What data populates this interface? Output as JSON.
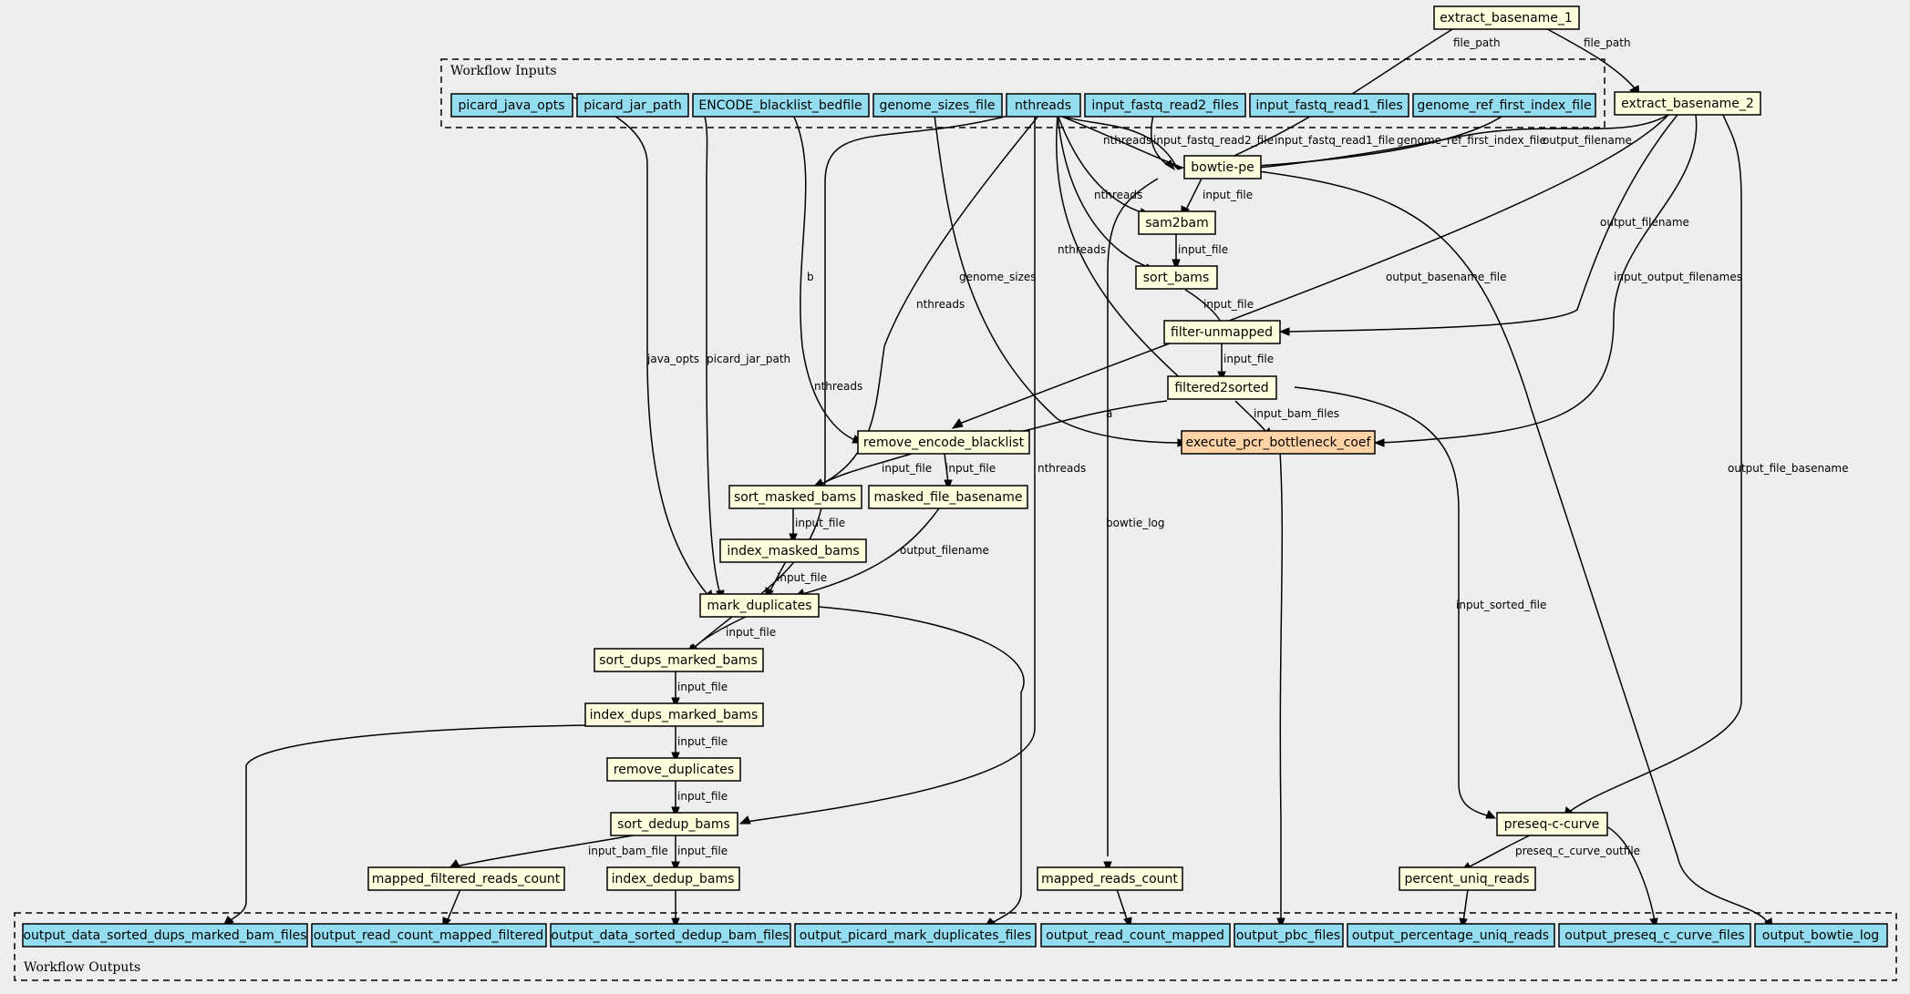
{
  "clusters": {
    "inputs": "Workflow Inputs",
    "outputs": "Workflow Outputs"
  },
  "colors": {
    "io": "#94DDF0",
    "step": "#FFFFDD",
    "highlight": "#FFD3A5",
    "background": "#EEEEEE"
  },
  "nodes": {
    "picard_java_opts": "picard_java_opts",
    "picard_jar_path": "picard_jar_path",
    "encode_blacklist_bedfile": "ENCODE_blacklist_bedfile",
    "genome_sizes_file": "genome_sizes_file",
    "nthreads": "nthreads",
    "input_fastq_read2_files": "input_fastq_read2_files",
    "input_fastq_read1_files": "input_fastq_read1_files",
    "genome_ref_first_index_file": "genome_ref_first_index_file",
    "extract_basename_1": "extract_basename_1",
    "extract_basename_2": "extract_basename_2",
    "bowtie_pe": "bowtie-pe",
    "sam2bam": "sam2bam",
    "sort_bams": "sort_bams",
    "filter_unmapped": "filter-unmapped",
    "filtered2sorted": "filtered2sorted",
    "remove_encode_blacklist": "remove_encode_blacklist",
    "execute_pcr_bottleneck_coef": "execute_pcr_bottleneck_coef",
    "sort_masked_bams": "sort_masked_bams",
    "masked_file_basename": "masked_file_basename",
    "index_masked_bams": "index_masked_bams",
    "mark_duplicates": "mark_duplicates",
    "sort_dups_marked_bams": "sort_dups_marked_bams",
    "index_dups_marked_bams": "index_dups_marked_bams",
    "remove_duplicates": "remove_duplicates",
    "sort_dedup_bams": "sort_dedup_bams",
    "mapped_filtered_reads_count": "mapped_filtered_reads_count",
    "index_dedup_bams": "index_dedup_bams",
    "mapped_reads_count": "mapped_reads_count",
    "preseq_c_curve": "preseq-c-curve",
    "percent_uniq_reads": "percent_uniq_reads",
    "output_data_sorted_dups_marked_bam_files": "output_data_sorted_dups_marked_bam_files",
    "output_read_count_mapped_filtered": "output_read_count_mapped_filtered",
    "output_data_sorted_dedup_bam_files": "output_data_sorted_dedup_bam_files",
    "output_picard_mark_duplicates_files": "output_picard_mark_duplicates_files",
    "output_read_count_mapped": "output_read_count_mapped",
    "output_pbc_files": "output_pbc_files",
    "output_percentage_uniq_reads": "output_percentage_uniq_reads",
    "output_preseq_c_curve_files": "output_preseq_c_curve_files",
    "output_bowtie_log": "output_bowtie_log"
  },
  "edge_labels": {
    "file_path_1": "file_path",
    "file_path_2": "file_path",
    "nthreads_bowtie": "nthreads",
    "input_fastq_read2_file": "input_fastq_read2_file",
    "input_fastq_read1_file": "input_fastq_read1_file",
    "genome_ref_first_index_file": "genome_ref_first_index_file",
    "output_filename_bowtie": "output_filename",
    "nthreads_sam2bam": "nthreads",
    "nthreads_sort_bams": "nthreads",
    "input_file_sam2bam": "input_file",
    "input_file_sort_bams": "input_file",
    "input_file_filter": "input_file",
    "input_file_f2s": "input_file",
    "output_filename_filter": "output_filename",
    "nthreads_f2s": "nthreads",
    "genome_sizes": "genome_sizes",
    "input_output_filenames": "input_output_filenames",
    "input_bam_files": "input_bam_files",
    "output_basename_file": "output_basename_file",
    "b": "b",
    "a": "a",
    "nthreads_sort_masked": "nthreads",
    "input_file_sort_masked": "input_file",
    "input_file_masked_basename": "input_file",
    "input_file_index_masked": "input_file",
    "java_opts": "java_opts",
    "picard_jar_path": "picard_jar_path",
    "input_file_mark_dup": "input_file",
    "output_filename_mark_dup": "output_filename",
    "nthreads_sort_dups": "nthreads",
    "input_file_sort_dups": "input_file",
    "input_file_index_dups": "input_file",
    "input_file_remove_dup": "input_file",
    "nthreads_sort_dedup": "nthreads",
    "input_file_sort_dedup": "input_file",
    "input_bam_file": "input_bam_file",
    "input_file_index_dedup": "input_file",
    "bowtie_log": "bowtie_log",
    "input_sorted_file": "input_sorted_file",
    "output_file_basename": "output_file_basename",
    "preseq_c_curve_outfile": "preseq_c_curve_outfile"
  }
}
